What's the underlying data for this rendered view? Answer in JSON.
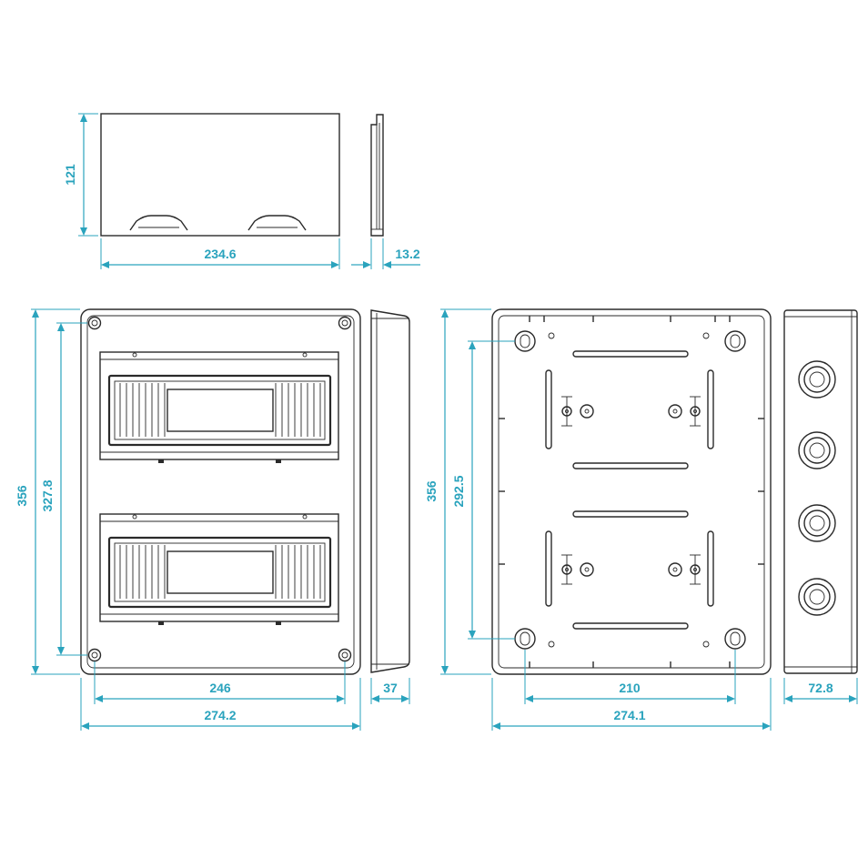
{
  "dimensions": {
    "cover_height": "121",
    "cover_width": "234.6",
    "cover_depth": "13.2",
    "front_height": "356",
    "front_inner_height": "327.8",
    "front_inner_width": "246",
    "front_width": "274.2",
    "side_depth": "37",
    "back_height": "356",
    "back_mount_height": "292.5",
    "back_mount_width": "210",
    "back_width": "274.1",
    "side_box_depth": "72.8"
  },
  "colors": {
    "dimension_line": "#2aa3bd",
    "outline": "#2a2a2a",
    "background": "#ffffff"
  }
}
